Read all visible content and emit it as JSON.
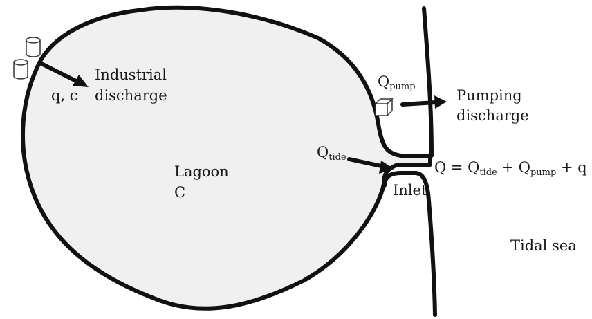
{
  "labels": {
    "industrial_line1": "Industrial",
    "industrial_line2": "discharge",
    "qc": "q, c",
    "q_pump_main": "Q",
    "q_pump_sub": "pump",
    "pumping_line1": "Pumping",
    "pumping_line2": "discharge",
    "q_tide_main": "Q",
    "q_tide_sub": "tide",
    "lagoon": "Lagoon",
    "concentration": "C",
    "inlet": "Inlet",
    "tidal_sea": "Tidal sea",
    "eq_q1": "Q = Q",
    "eq_sub1": "tide",
    "eq_mid": " + Q",
    "eq_sub2": "pump",
    "eq_end": " + q"
  },
  "colors": {
    "lagoon_fill": "#f0f0f0",
    "stroke": "#111111",
    "text": "#1a1a1a"
  }
}
